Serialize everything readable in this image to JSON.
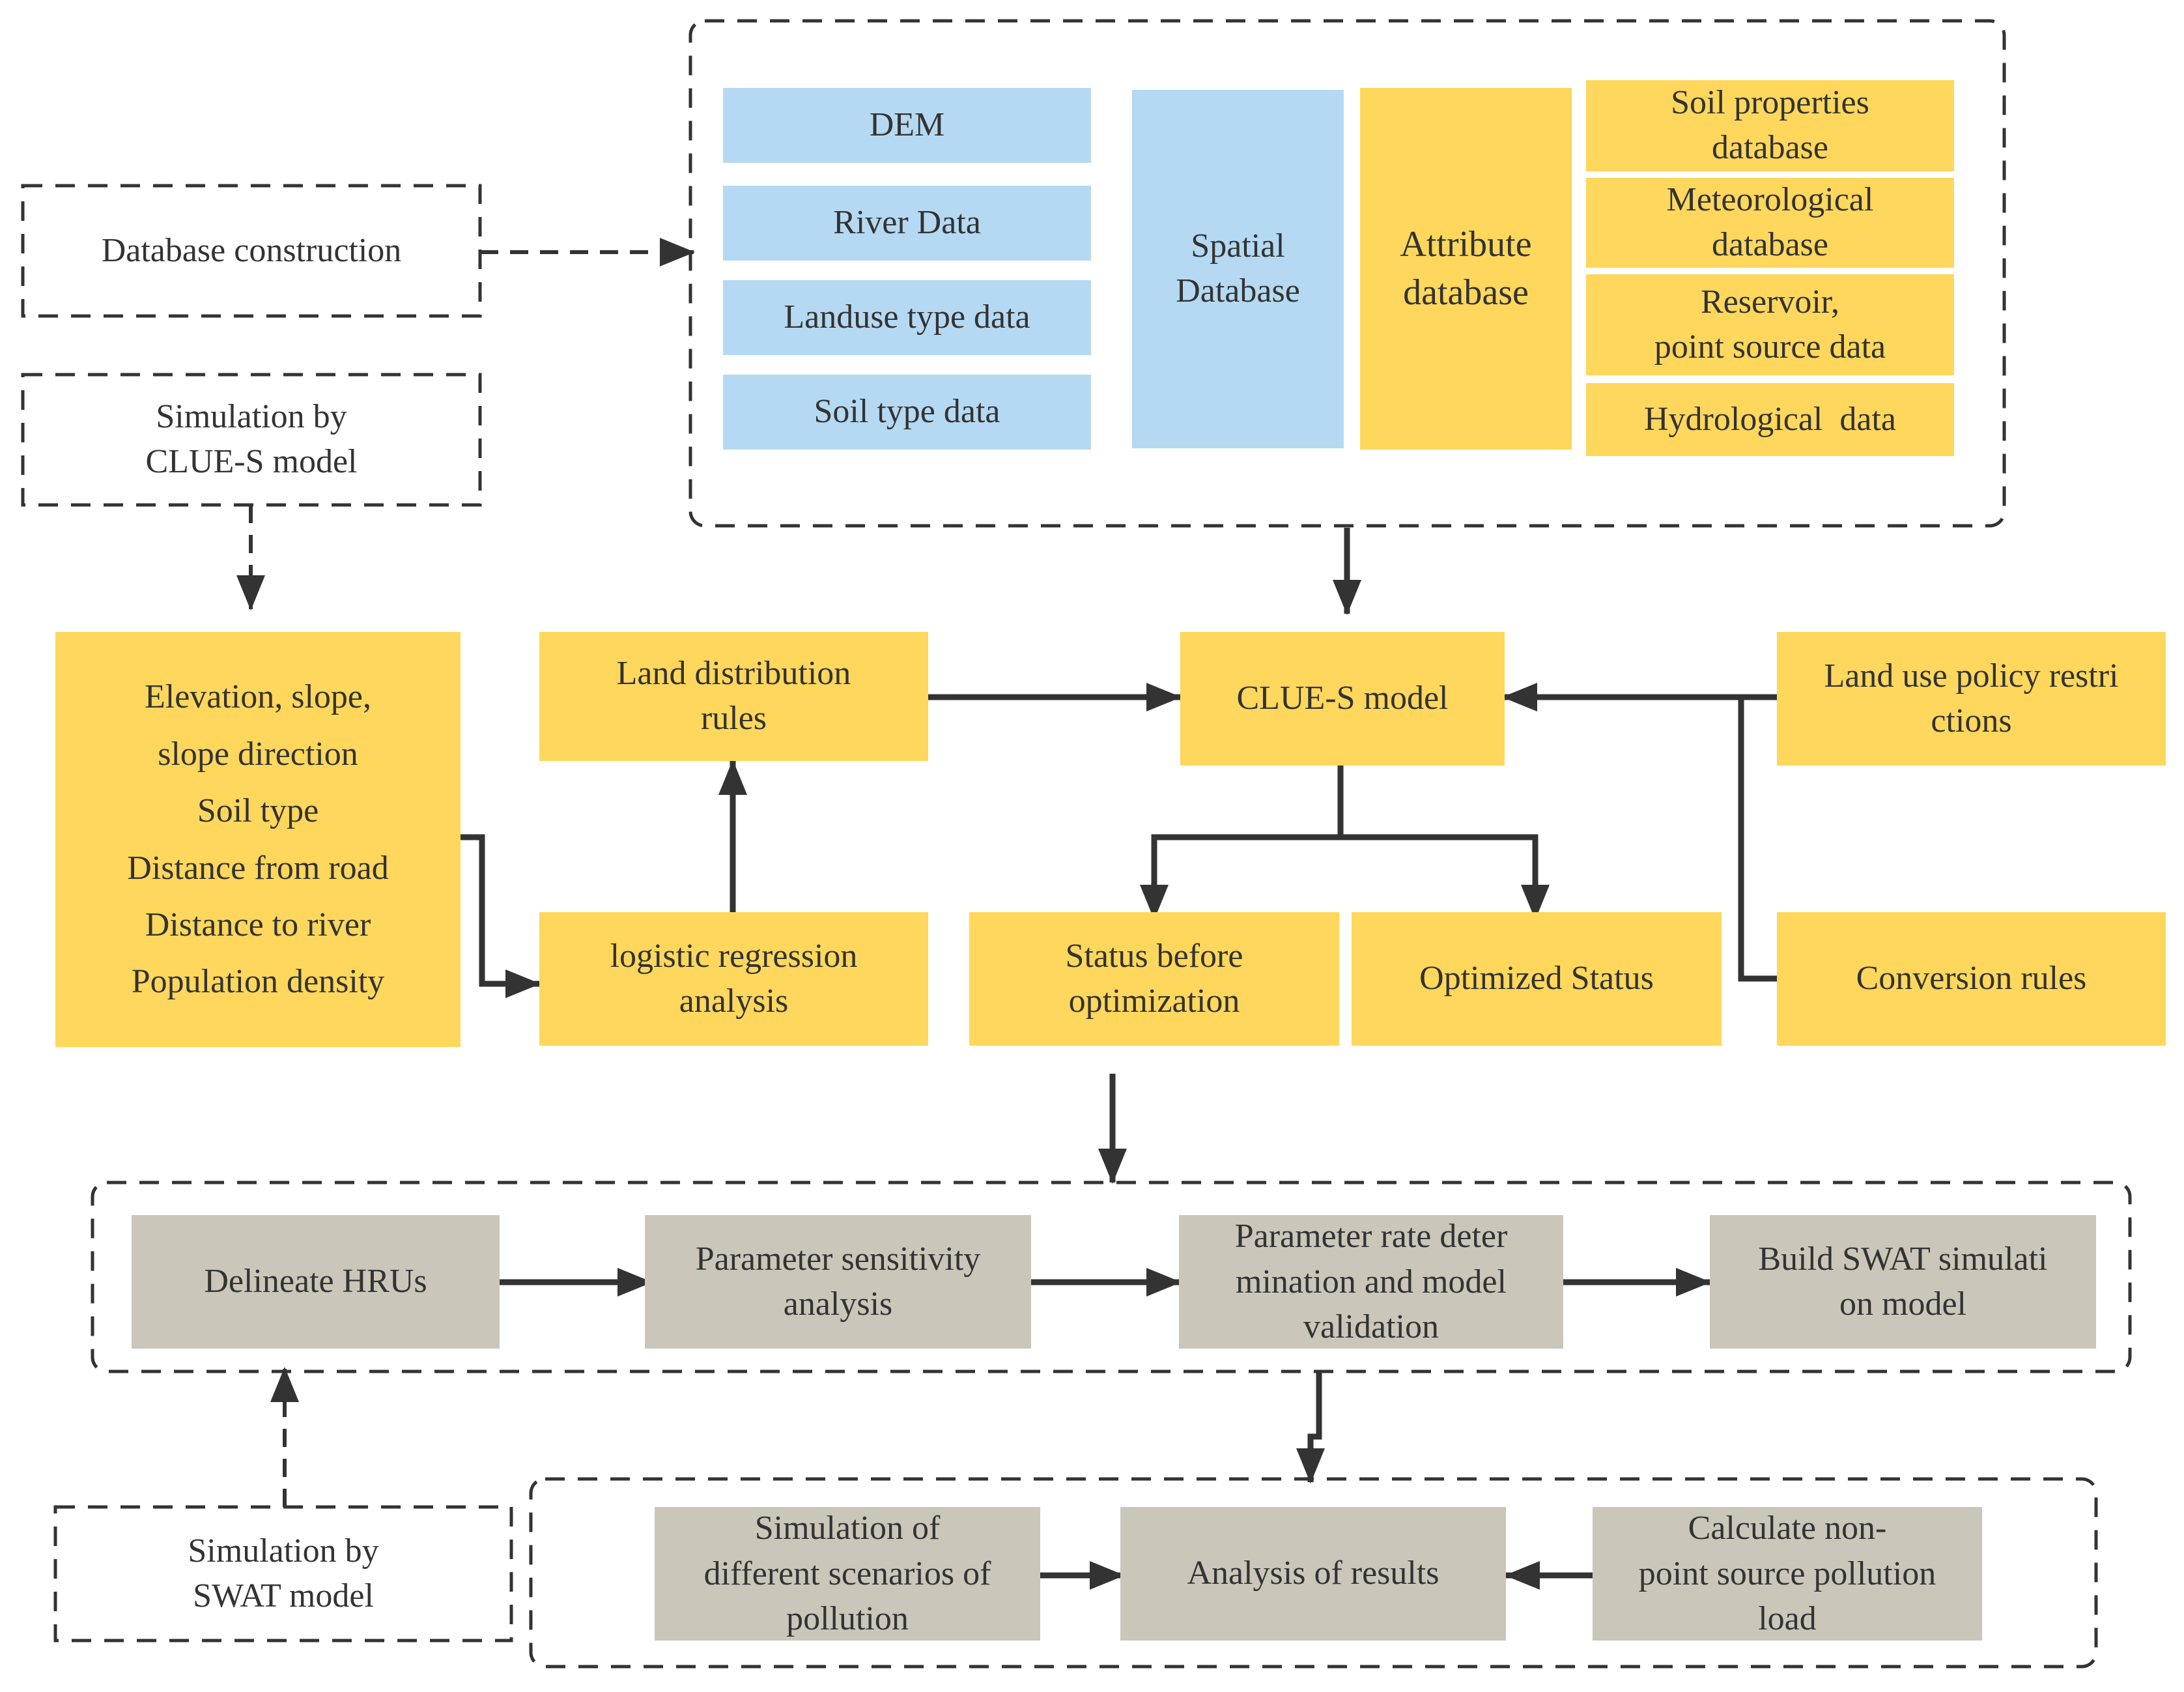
{
  "labels": {
    "database_construction": [
      "Database construction"
    ],
    "simulation_clue": [
      "Simulation by",
      "CLUE-S model"
    ],
    "dem": [
      "DEM"
    ],
    "river_data": [
      "River Data"
    ],
    "landuse_type_data": [
      "Landuse type data"
    ],
    "soil_type_data": [
      "Soil type data"
    ],
    "spatial_database": [
      "Spatial",
      "Database"
    ],
    "attribute_database": [
      "Attribute",
      "database"
    ],
    "soil_properties_database": [
      "Soil properties",
      "database"
    ],
    "meteorological_database": [
      "Meteorological",
      "database"
    ],
    "reservoir_point_source": [
      "Reservoir,",
      "point source data"
    ],
    "hydrological_data": [
      "Hydrological  data"
    ],
    "driving_factors": [
      "Elevation, slope,",
      "slope direction",
      "Soil type",
      "Distance from road",
      "Distance to river",
      "Population density"
    ],
    "land_distribution_rules": [
      "Land distribution",
      "rules"
    ],
    "clue_s_model": [
      "CLUE-S model"
    ],
    "land_use_policy": [
      "Land use policy restri",
      "ctions"
    ],
    "logistic_regression": [
      "logistic regression",
      "analysis"
    ],
    "status_before": [
      "Status before",
      "optimization"
    ],
    "optimized_status": [
      "Optimized Status"
    ],
    "conversion_rules": [
      "Conversion rules"
    ],
    "delineate_hrus": [
      "Delineate HRUs"
    ],
    "parameter_sensitivity": [
      "Parameter sensitivity",
      "analysis"
    ],
    "parameter_rate": [
      "Parameter rate deter",
      "mination and model",
      "validation"
    ],
    "build_swat": [
      "Build SWAT simulati",
      "on model"
    ],
    "simulation_swat": [
      "Simulation by",
      "SWAT model"
    ],
    "simulation_scenarios": [
      "Simulation of",
      "different scenarios of",
      "pollution"
    ],
    "analysis_of_results": [
      "Analysis of results"
    ],
    "calculate_load": [
      "Calculate non-",
      "point source pollution",
      "load"
    ]
  },
  "colors": {
    "blue_fill": "#b5d9f2",
    "yellow_fill": "#fed75c",
    "gray_fill": "#cac6ba",
    "line": "#333333"
  }
}
